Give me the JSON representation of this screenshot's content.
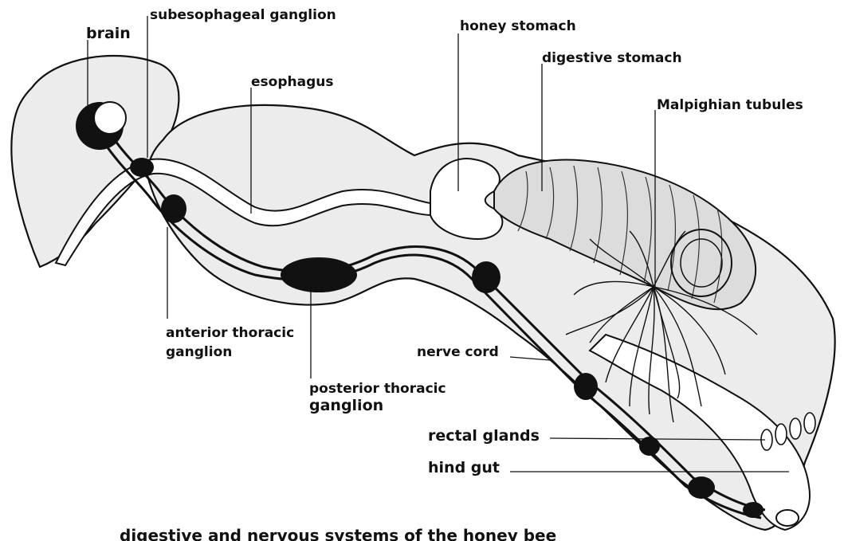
{
  "labels": {
    "brain": "brain",
    "subesophageal": "subesophageal ganglion",
    "esophagus": "esophagus",
    "honey_stomach": "honey stomach",
    "digestive_stomach": "digestive stomach",
    "malpighian": "Malpighian tubules",
    "anterior_1": "anterior thoracic",
    "anterior_2": "ganglion",
    "posterior_1": "posterior thoracic",
    "posterior_2": "ganglion",
    "nerve_cord": "nerve cord",
    "rectal_glands": "rectal glands",
    "hind_gut": "hind gut"
  },
  "caption": "digestive and nervous systems of the honey bee"
}
